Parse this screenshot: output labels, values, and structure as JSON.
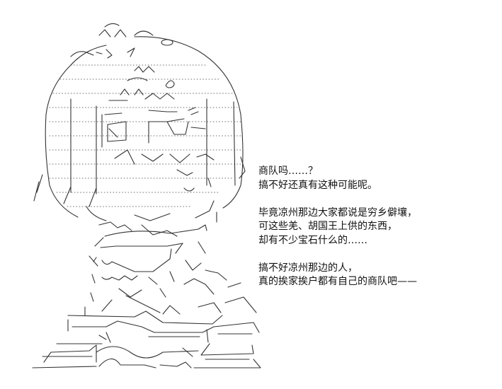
{
  "dialogue": {
    "lines": [
      "商队吗……？",
      "搞不好还真有这种可能呢。",
      "",
      "毕竟凉州那边大家都说是穷乡僻壤，",
      "可这些羌、胡国王上供的东西，",
      "却有不少宝石什么的……",
      "",
      "搞不好凉州那边的人，",
      "真的挨家挨户都有自己的商队吧——"
    ]
  }
}
